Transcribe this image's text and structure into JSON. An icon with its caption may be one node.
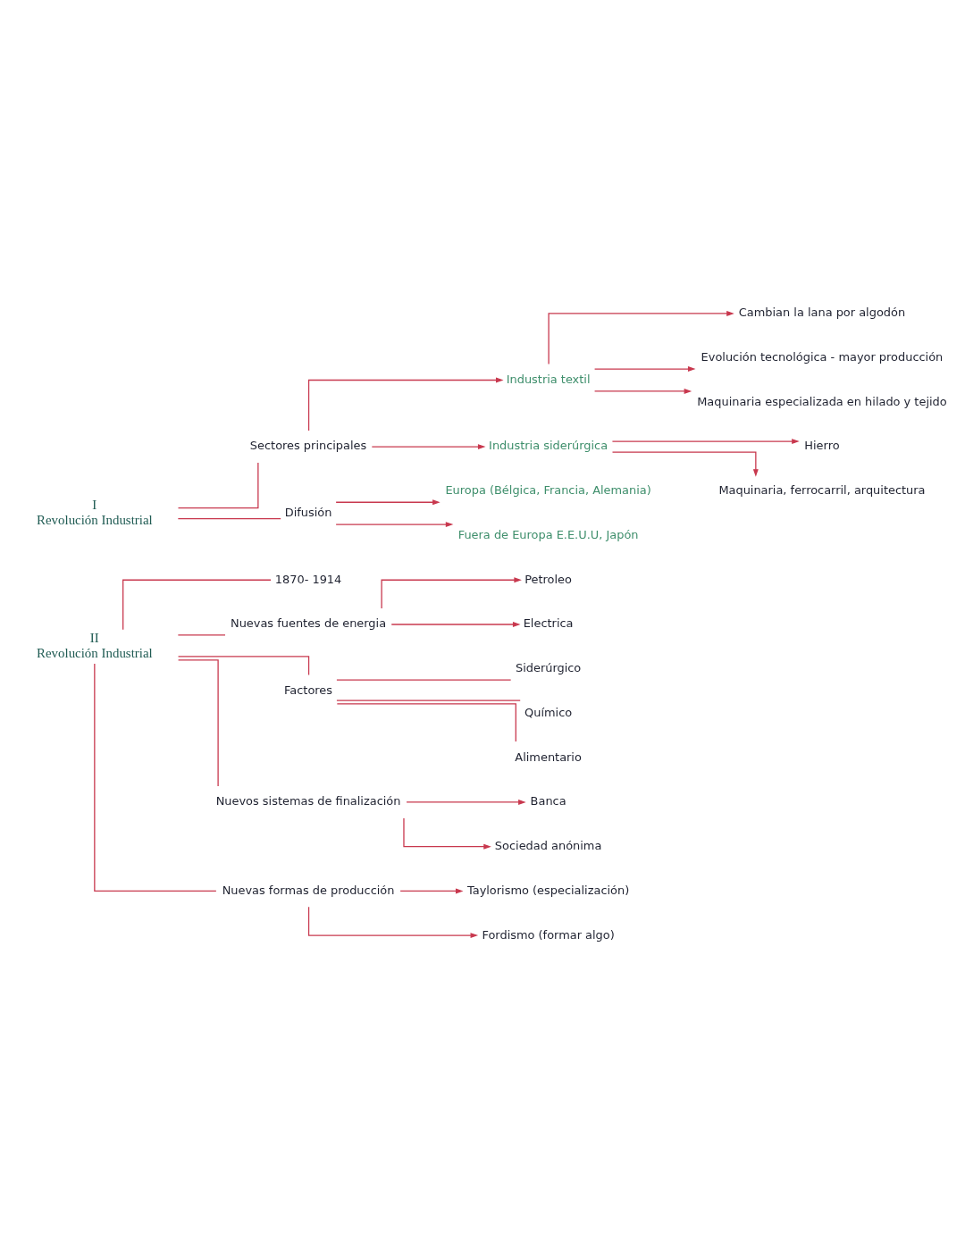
{
  "diagram": {
    "nodes": [
      {
        "text": [
          "I",
          "Revolución Industrial"
        ]
      },
      {
        "text": [
          "Sectores principales"
        ]
      },
      {
        "text": [
          "Industria textil"
        ]
      },
      {
        "text": [
          "Cambian la lana por algodón"
        ]
      },
      {
        "text": [
          "Evolución tecnológica - mayor producción"
        ]
      },
      {
        "text": [
          "Maquinaria especializada en hilado y tejido"
        ]
      },
      {
        "text": [
          "Industria siderúrgica"
        ]
      },
      {
        "text": [
          "Hierro"
        ]
      },
      {
        "text": [
          "Maquinaria, ferrocarril, arquitectura"
        ]
      },
      {
        "text": [
          "Difusión"
        ]
      },
      {
        "text": [
          "Europa (Bélgica, Francia, Alemania)"
        ]
      },
      {
        "text": [
          "Fuera de Europa E.E.U.U, Japón"
        ]
      },
      {
        "text": [
          "II",
          "Revolución Industrial"
        ]
      },
      {
        "text": [
          "1870- 1914"
        ]
      },
      {
        "text": [
          "Nuevas fuentes de energia"
        ]
      },
      {
        "text": [
          "Petroleo"
        ]
      },
      {
        "text": [
          "Electrica"
        ]
      },
      {
        "text": [
          "Factores"
        ]
      },
      {
        "text": [
          "Siderúrgico"
        ]
      },
      {
        "text": [
          "Químico"
        ]
      },
      {
        "text": [
          "Alimentario"
        ]
      },
      {
        "text": [
          "Nuevos sistemas de finalización"
        ]
      },
      {
        "text": [
          "Banca"
        ]
      },
      {
        "text": [
          "Sociedad anónima"
        ]
      },
      {
        "text": [
          "Nuevas formas de producción"
        ]
      },
      {
        "text": [
          "Taylorismo (especialización)"
        ]
      },
      {
        "text": [
          "Fordismo (formar algo)"
        ]
      }
    ],
    "edges": [
      {
        "from": 0,
        "to": 1,
        "arrow": "none"
      },
      {
        "from": 0,
        "to": 9,
        "arrow": "none"
      },
      {
        "from": 1,
        "to": 2,
        "arrow": "to"
      },
      {
        "from": 1,
        "to": 6,
        "arrow": "to"
      },
      {
        "from": 2,
        "to": 3,
        "arrow": "to"
      },
      {
        "from": 2,
        "to": 4,
        "arrow": "to"
      },
      {
        "from": 2,
        "to": 5,
        "arrow": "to"
      },
      {
        "from": 6,
        "to": 7,
        "arrow": "to"
      },
      {
        "from": 6,
        "to": 8,
        "arrow": "to"
      },
      {
        "from": 9,
        "to": 10,
        "arrow": "to"
      },
      {
        "from": 9,
        "to": 11,
        "arrow": "to"
      },
      {
        "from": 12,
        "to": 13,
        "arrow": "none"
      },
      {
        "from": 12,
        "to": 14,
        "arrow": "none"
      },
      {
        "from": 12,
        "to": 17,
        "arrow": "none"
      },
      {
        "from": 12,
        "to": 21,
        "arrow": "none"
      },
      {
        "from": 12,
        "to": 24,
        "arrow": "none"
      },
      {
        "from": 14,
        "to": 15,
        "arrow": "to"
      },
      {
        "from": 14,
        "to": 16,
        "arrow": "to"
      },
      {
        "from": 17,
        "to": 18,
        "arrow": "none"
      },
      {
        "from": 17,
        "to": 19,
        "arrow": "none"
      },
      {
        "from": 17,
        "to": 20,
        "arrow": "none"
      },
      {
        "from": 21,
        "to": 22,
        "arrow": "to"
      },
      {
        "from": 21,
        "to": 23,
        "arrow": "to"
      },
      {
        "from": 24,
        "to": 25,
        "arrow": "to"
      },
      {
        "from": 24,
        "to": 26,
        "arrow": "to"
      }
    ]
  }
}
